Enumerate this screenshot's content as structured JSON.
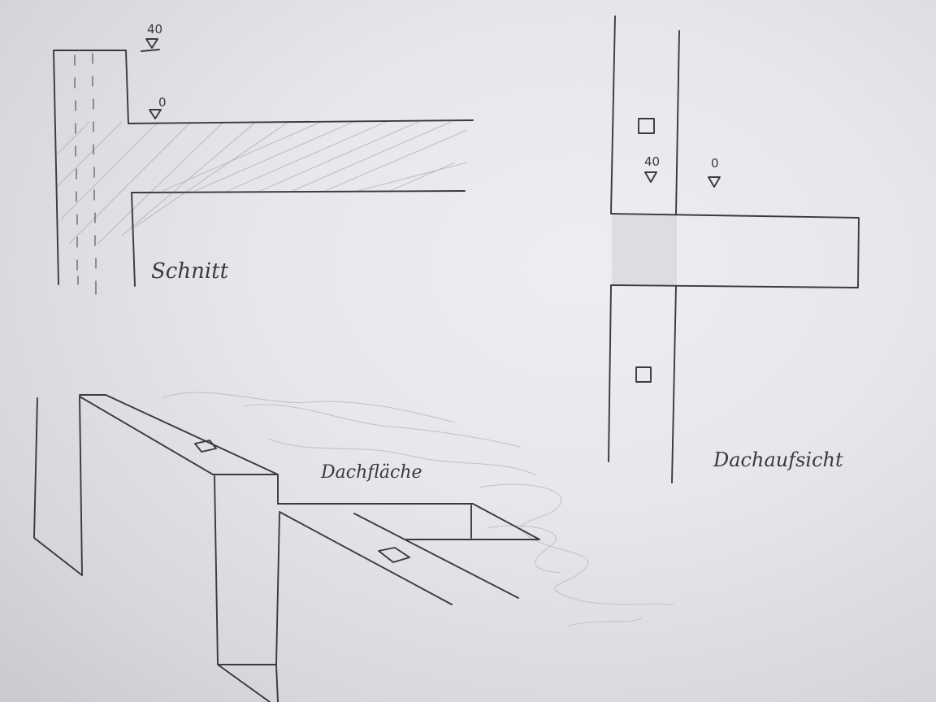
{
  "labels": {
    "section": "Schnitt",
    "roof_plan": "Dachaufsicht",
    "roof_surface": "Dachfläche"
  },
  "levels": {
    "section_top": "40",
    "section_floor": "0",
    "plan_wall": "40",
    "plan_roof": "0"
  }
}
